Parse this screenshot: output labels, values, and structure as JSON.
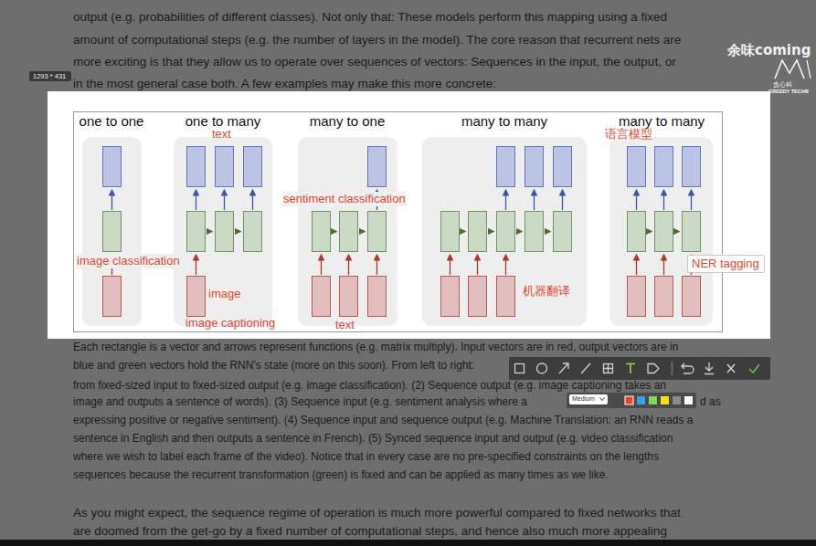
{
  "diagram": {
    "nodes": [
      {
        "text": [
          "1293 * 431"
        ]
      },
      {
        "text": [
          "one to one"
        ]
      },
      {
        "text": [
          "one to many"
        ]
      },
      {
        "text": [
          "many to one"
        ]
      },
      {
        "text": [
          "many to many"
        ]
      },
      {
        "text": [
          "many to many"
        ]
      },
      {
        "text": [
          "NER tagging"
        ]
      },
      {
        "text": [
          "Medium"
        ]
      }
    ],
    "labels": [
      "output (e.g. probabilities of different classes). Not only that: These models perform this mapping using a fixed",
      "amount of computational steps (e.g. the number of layers in the model). The core reason that recurrent nets are",
      "余味coming",
      "more exciting is that they allow us to operate over sequences of vectors: Sequences in the input, the output, or",
      "贪心科",
      "GREEDY TECHN",
      "in the most general case both. A few examples may make this more concrete:",
      "text",
      "语言模型",
      "sentiment classification",
      "image classification",
      "image",
      "机器翻译",
      "image captioning",
      "text",
      "Each rectangle is a vector and arrows represent functions (e.g. matrix multiply). Input vectors are in red, output vectors are in",
      "blue and green vectors hold the RNN's state (more on this soon). From left to right:",
      "from fixed-sized input to fixed-sized output (e.g. image classification). (2) Sequence output (e.g. image captioning takes an",
      "image and outputs a sentence of words). (3) Sequence input (e.g. sentiment analysis where a",
      "d as",
      "expressing positive or negative sentiment). (4) Sequence input and sequence output (e.g. Machine Translation: an RNN reads a",
      "sentence in English and then outputs a sentence in French). (5) Synced sequence input and output (e.g. video classification",
      "where we wish to label each frame of the video). Notice that in every case are no pre-specified constraints on the lengths",
      "sequences because the recurrent transformation (green) is fixed and can be applied as many times as we like.",
      "As you might expect, the sequence regime of operation is much more powerful compared to fixed networks that",
      "are doomed from the get-go by a fixed number of computational steps, and hence also much more appealing"
    ]
  }
}
